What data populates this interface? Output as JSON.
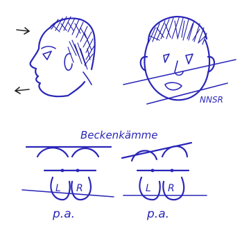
{
  "labels": {
    "nnsr": "NNSR",
    "title": "Beckenkämme",
    "left_hip": "L",
    "right_hip": "R",
    "view_left": "p.a.",
    "view_right": "p.a."
  }
}
